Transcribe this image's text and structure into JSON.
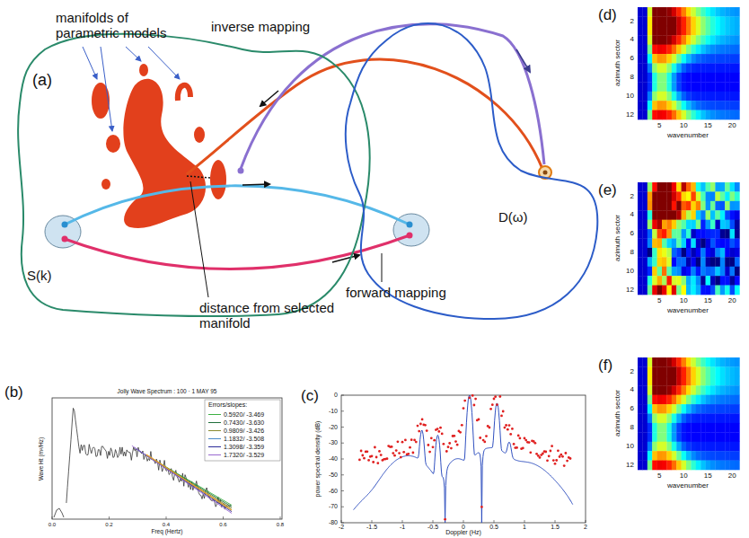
{
  "diagram": {
    "nodes": [
      {
        "text": [
          "S(k)"
        ]
      },
      {
        "text": [
          "D(ω)"
        ]
      }
    ],
    "labels": [
      "(a)",
      "manifolds of parametric models",
      "inverse mapping",
      "distance from selected manifold",
      "forward mapping",
      "(b)",
      "Jolly Wave Spectrum : 100 · 1 MAY 95",
      "Errors/slopes:",
      "Wave Ht (m²/Hz)",
      "Freq (Hertz)",
      "0.0",
      "0.2",
      "0.4",
      "0.6",
      "0.8",
      "(c)",
      "power spectral density (dB)",
      "Doppler (Hz)",
      "0",
      "-10",
      "-20",
      "-30",
      "-40",
      "-50",
      "-60",
      "-70",
      "-80",
      "-2",
      "-1.5",
      "-1",
      "-0.5",
      "0",
      "0.5",
      "1",
      "1.5",
      "2",
      "(d)",
      "azimuth sector",
      "2",
      "4",
      "6",
      "8",
      "10",
      "12",
      "wavenumber",
      "5",
      "10",
      "15",
      "20",
      "(e)",
      "azimuth sector",
      "2",
      "4",
      "6",
      "8",
      "10",
      "12",
      "wavenumber",
      "5",
      "10",
      "15",
      "20",
      "(f)",
      "azimuth sector",
      "2",
      "4",
      "6",
      "8",
      "10",
      "12",
      "wavenumber",
      "5",
      "10",
      "15",
      "20"
    ],
    "legend": [
      {
        "text": "0.5920/ -3.469"
      },
      {
        "text": "0.7430/ -3.630"
      },
      {
        "text": "0.9809/ -3.426"
      },
      {
        "text": "1.1832/ -3.508"
      },
      {
        "text": "1.3098/ -3.359"
      },
      {
        "text": "1.7320/ -3.529"
      }
    ]
  }
}
